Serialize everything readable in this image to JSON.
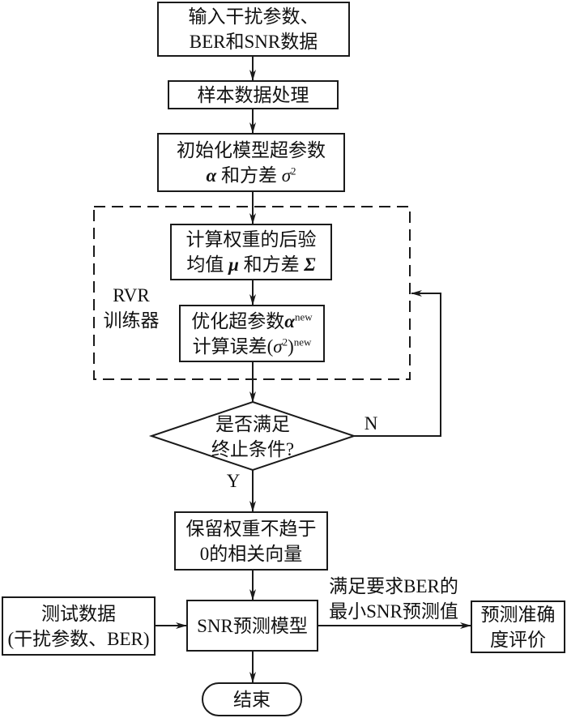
{
  "flowchart": {
    "nodes": {
      "input": {
        "line1": "输入干扰参数、",
        "line2": "BER和SNR数据"
      },
      "preprocess": {
        "line1": "样本数据处理"
      },
      "init": {
        "line1": "初始化模型超参数",
        "line2_sym1": "α",
        "line2_text": " 和方差 ",
        "line2_sym2": "σ",
        "line2_sup": "2"
      },
      "posterior": {
        "line1": "计算权重的后验",
        "line2_text1": "均值 ",
        "line2_sym1": "μ",
        "line2_text2": " 和方差 ",
        "line2_sym2": "Σ"
      },
      "optimize": {
        "line1_text": "优化超参数",
        "line1_sym": "α",
        "line1_sup": "new",
        "line2_text": "计算误差(",
        "line2_sym": "σ",
        "line2_sup_inner": "2",
        "line2_close": ")",
        "line2_sup": "new"
      },
      "decision": {
        "line1": "是否满足",
        "line2": "终止条件?"
      },
      "retain": {
        "line1": "保留权重不趋于",
        "line2": "0的相关向量"
      },
      "model": {
        "line1": "SNR预测模型"
      },
      "test_data": {
        "line1": "测试数据",
        "line2": "(干扰参数、BER)"
      },
      "evaluate": {
        "line1": "预测准确",
        "line2": "度评价"
      },
      "end": {
        "line1": "结束"
      }
    },
    "group": {
      "line1": "RVR",
      "line2": "训练器"
    },
    "edge_labels": {
      "no": "N",
      "yes": "Y",
      "output_line1": "满足要求BER的",
      "output_line2": "最小SNR预测值"
    }
  }
}
